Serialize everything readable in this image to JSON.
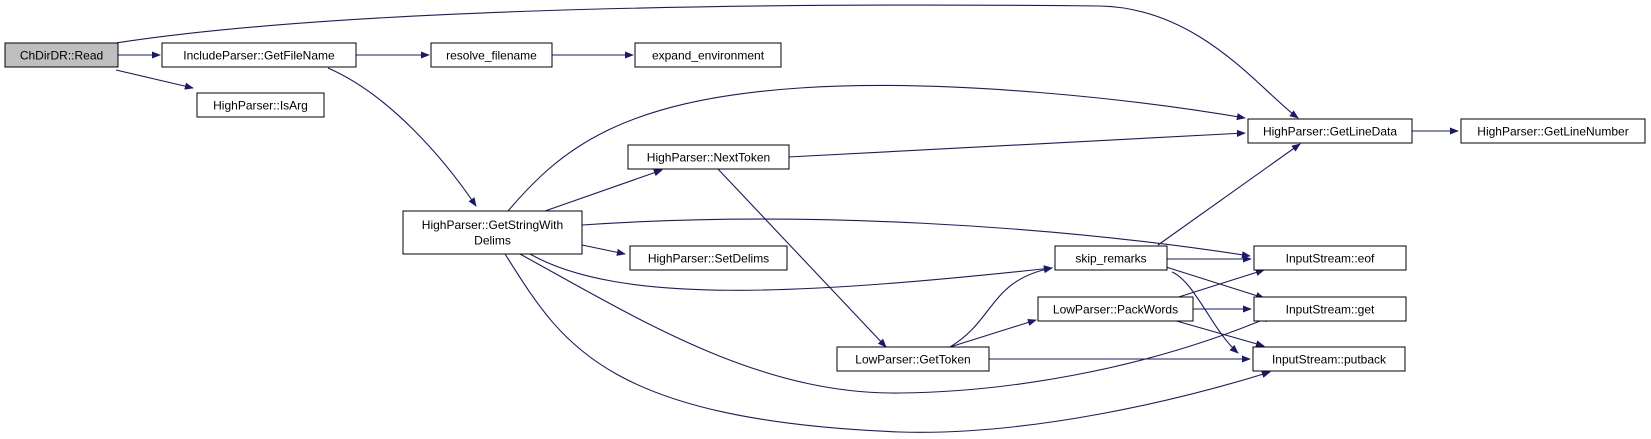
{
  "nodes": {
    "root": {
      "label": "ChDirDR::Read"
    },
    "include_getfilename": {
      "label": "IncludeParser::GetFileName"
    },
    "resolve_filename": {
      "label": "resolve_filename"
    },
    "expand_environment": {
      "label": "expand_environment"
    },
    "highparser_isarg": {
      "label": "HighParser::IsArg"
    },
    "getstringwithdelims": {
      "label": "HighParser::GetStringWith",
      "label2": "Delims"
    },
    "nexttoken": {
      "label": "HighParser::NextToken"
    },
    "setdelims": {
      "label": "HighParser::SetDelims"
    },
    "getlinedata": {
      "label": "HighParser::GetLineData"
    },
    "getlinenumber": {
      "label": "HighParser::GetLineNumber"
    },
    "skip_remarks": {
      "label": "skip_remarks"
    },
    "packwords": {
      "label": "LowParser::PackWords"
    },
    "gettoken": {
      "label": "LowParser::GetToken"
    },
    "eof": {
      "label": "InputStream::eof"
    },
    "get": {
      "label": "InputStream::get"
    },
    "putback": {
      "label": "InputStream::putback"
    }
  },
  "colors": {
    "edge": "#191970",
    "root_fill": "#bfbfbf",
    "node_fill": "#ffffff",
    "border": "#000000"
  }
}
